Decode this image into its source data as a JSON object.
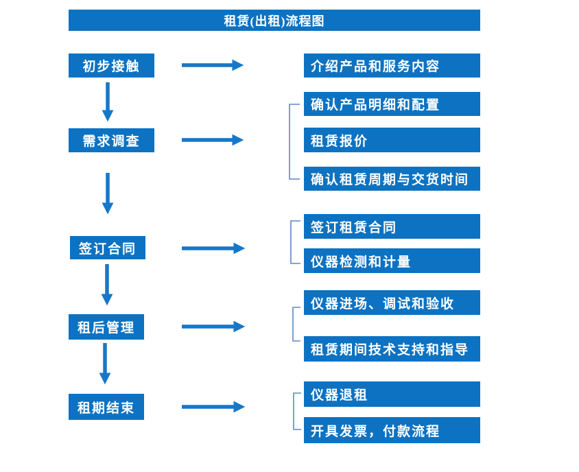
{
  "title": "租赁(出租)流程图",
  "colors": {
    "box": "#0d72c1",
    "arrow": "#1677c9",
    "bracket": "#5b87c7",
    "text": "#ffffff",
    "background": "#ffffff"
  },
  "steps": [
    {
      "label": "初步接触",
      "details": [
        "介绍产品和服务内容"
      ]
    },
    {
      "label": "需求调查",
      "details": [
        "确认产品明细和配置",
        "租赁报价",
        "确认租赁周期与交货时间"
      ]
    },
    {
      "label": "签订合同",
      "details": [
        "签订租赁合同",
        "仪器检测和计量"
      ]
    },
    {
      "label": "租后管理",
      "details": [
        "仪器进场、调试和验收",
        "租赁期间技术支持和指导"
      ]
    },
    {
      "label": "租期结束",
      "details": [
        "仪器退租",
        "开具发票，付款流程"
      ]
    }
  ]
}
